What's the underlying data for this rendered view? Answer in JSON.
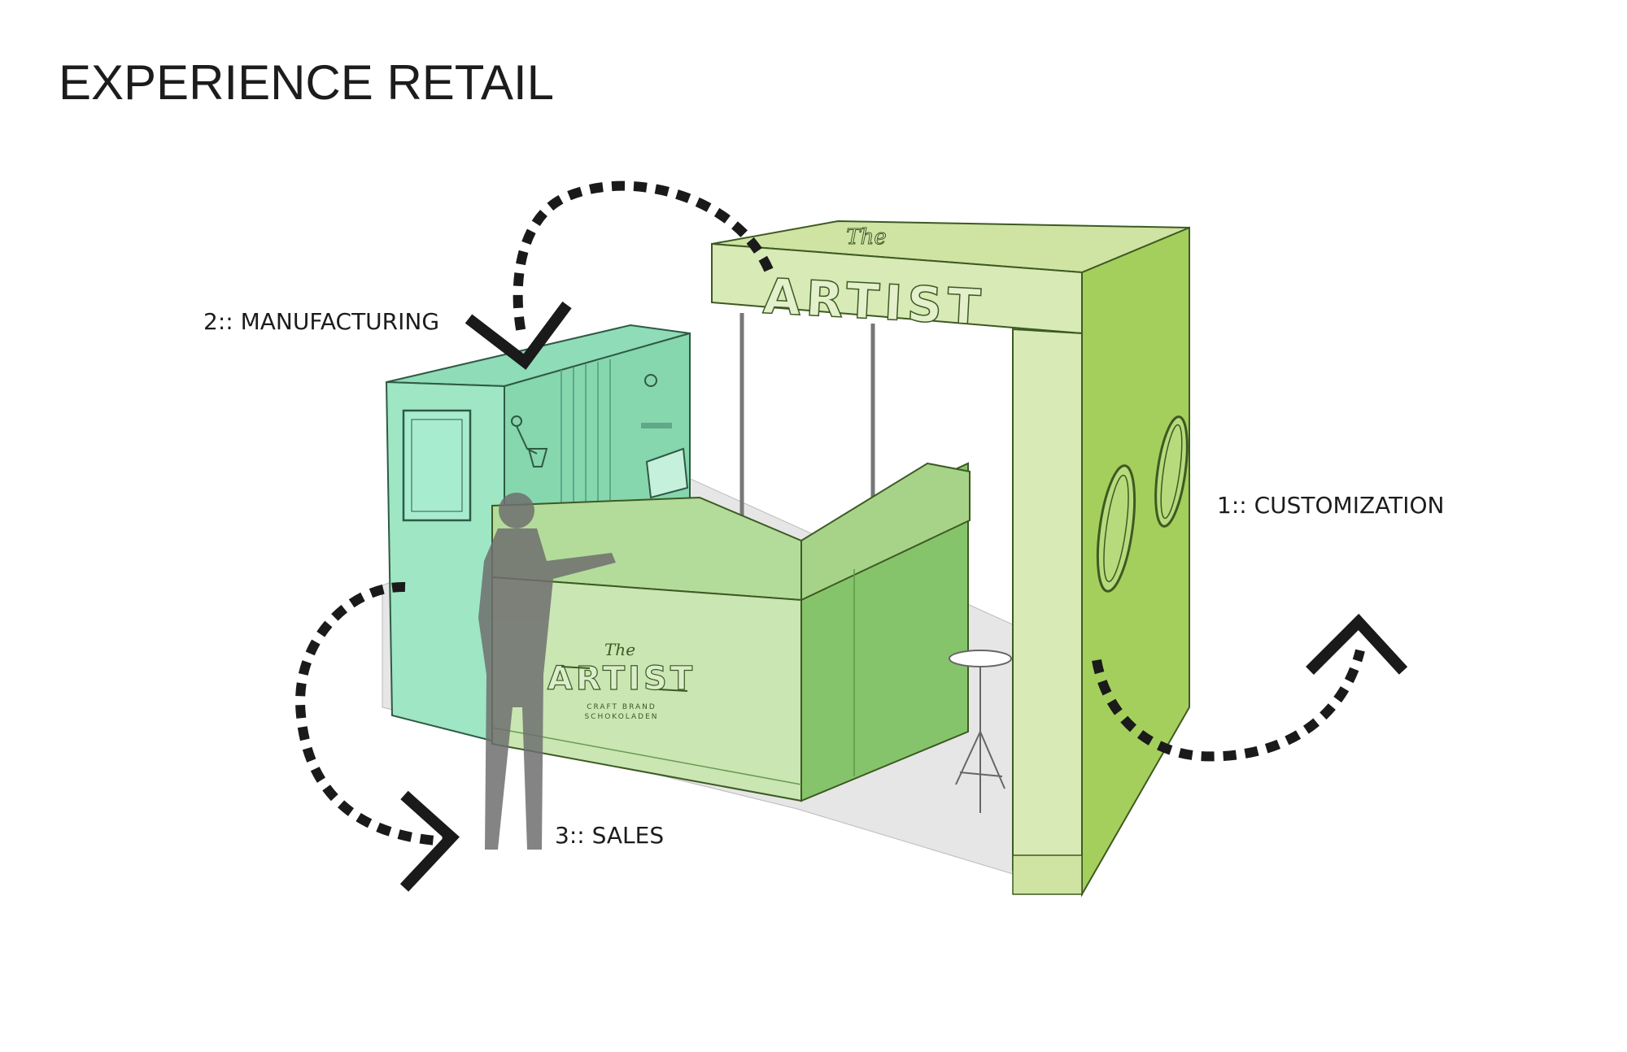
{
  "title": "EXPERIENCE RETAIL",
  "steps": {
    "customization": "1:: CUSTOMIZATION",
    "manufacturing": "2:: MANUFACTURING",
    "sales": "3:: SALES"
  },
  "brand": {
    "script": "The",
    "name": "ARTIST",
    "tagline_1": "CRAFT BRAND",
    "tagline_2": "SCHOKOLADEN"
  },
  "colors": {
    "booth_light": "#d8eab6",
    "booth_mid": "#b9dc86",
    "booth_dark": "#a4cf5c",
    "counter": "#c4e3a9",
    "workshop": "#9ee6c4",
    "arrow": "#1a1a1a"
  }
}
